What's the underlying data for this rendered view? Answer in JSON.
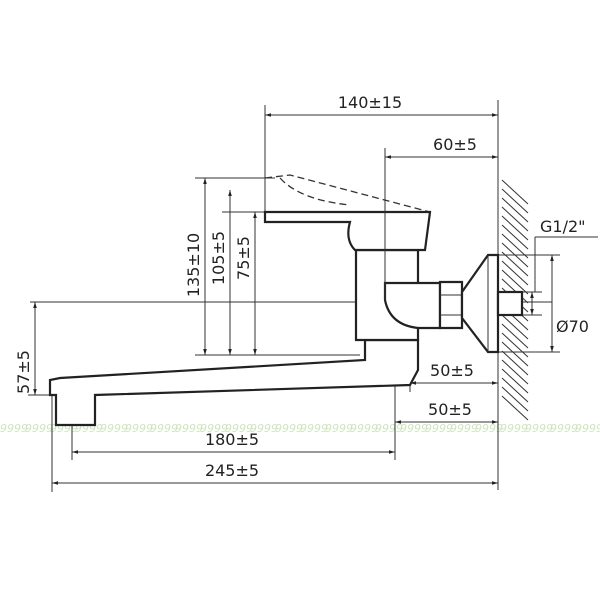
{
  "dimensions": {
    "top_width": "140±15",
    "lever_offset": "60±5",
    "height_total": "135±10",
    "height_mid": "105±5",
    "height_low": "75±5",
    "spout_height": "57±5",
    "wall_to_body_upper": "50±5",
    "wall_to_body_lower": "50±5",
    "spout_reach": "180±5",
    "total_length": "245±5",
    "thread": "G1/2\"",
    "flange_diameter": "Ø70"
  },
  "watermark": "9999"
}
